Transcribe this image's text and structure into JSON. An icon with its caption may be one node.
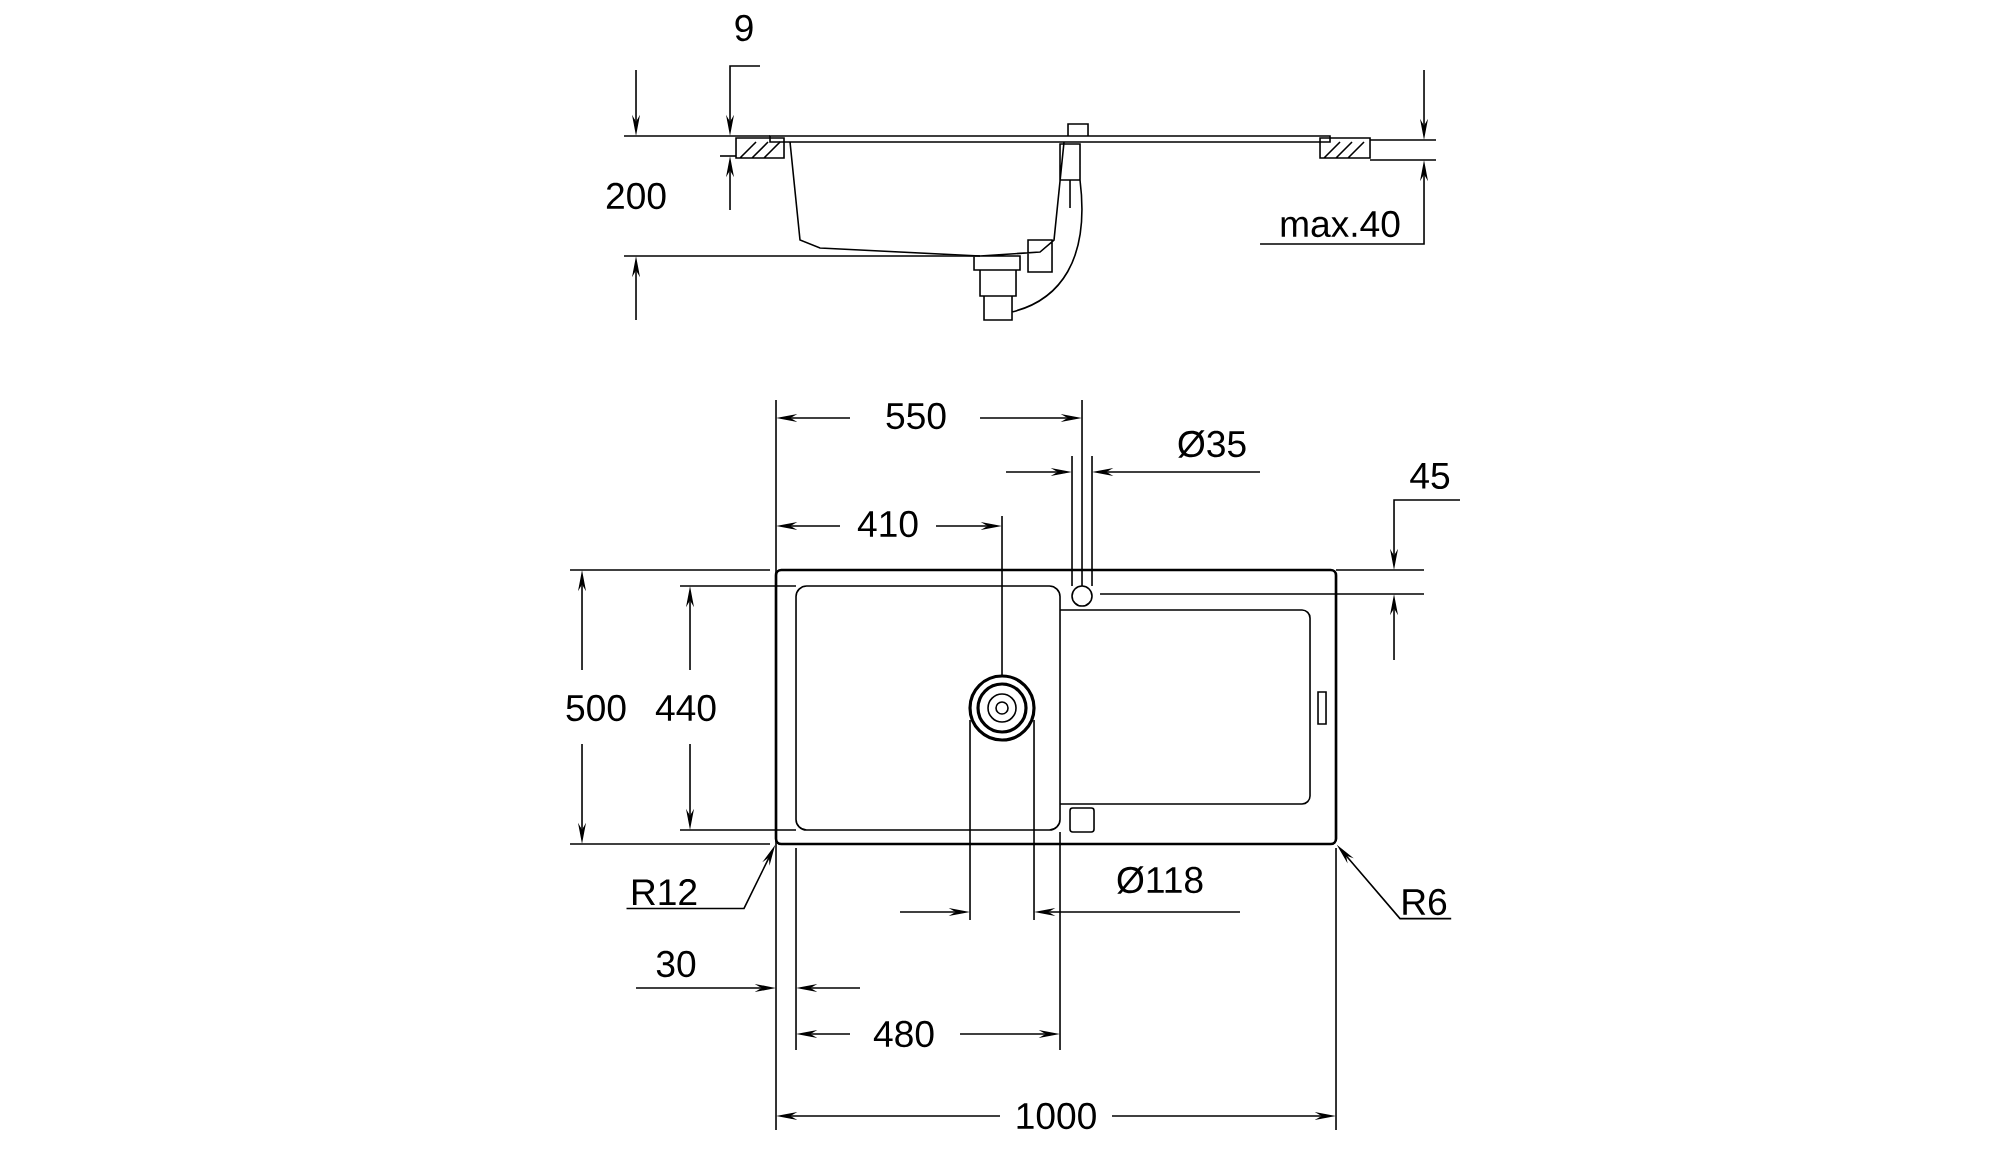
{
  "diagram": {
    "nodes": [
      {
        "text": [],
        "shape": "picture"
      },
      {
        "text": [
          "R12"
        ]
      },
      {
        "text": [
          "R6"
        ]
      }
    ],
    "edges": [
      {
        "from": 1,
        "to": 0,
        "arrow": "to"
      },
      {
        "from": 2,
        "to": 0,
        "arrow": "to"
      }
    ],
    "labels": [
      "9",
      "200",
      "max.40",
      "550",
      "Ø35",
      "45",
      "410",
      "500",
      "440",
      "Ø118",
      "30",
      "480",
      "1000"
    ]
  }
}
